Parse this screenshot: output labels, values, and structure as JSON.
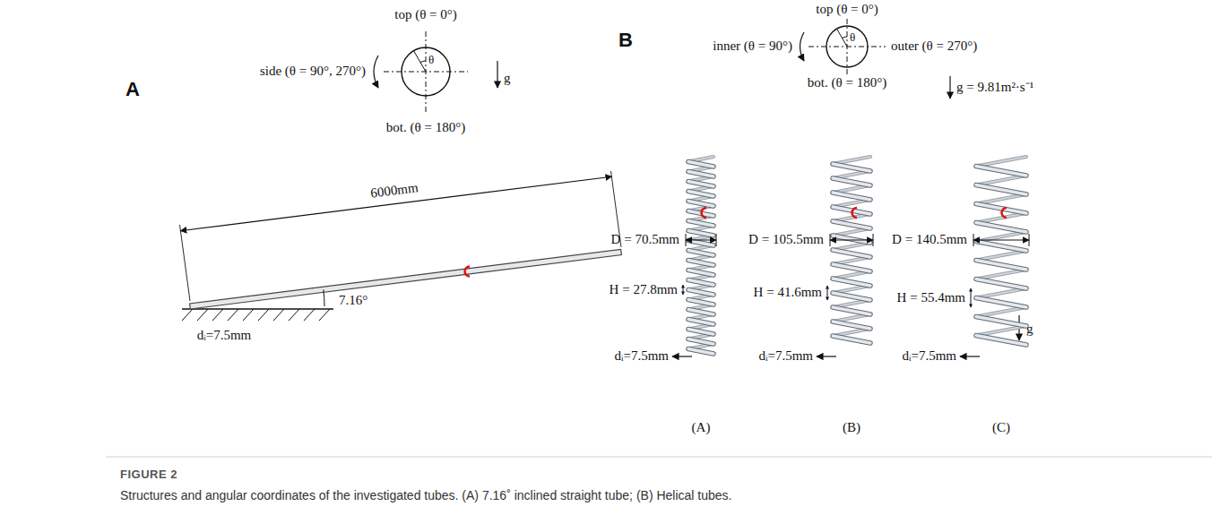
{
  "diagram": {
    "caption": "Structures and angular coordinates of the investigated tubes. (A) 7.16˚ inclined straight tube; (B) Helical tubes.",
    "labels": [
      "A",
      "top (θ = 0°)",
      "side (θ = 90°, 270°)",
      "θ",
      "g",
      "bot. (θ = 180°)",
      "6000mm",
      "7.16°",
      "dᵢ=7.5mm",
      "B",
      "top (θ = 0°)",
      "inner (θ = 90°)",
      "θ",
      "outer (θ = 270°)",
      "g = 9.81m²·s⁻¹",
      "bot. (θ = 180°)",
      "D = 70.5mm",
      "H = 27.8mm",
      "dᵢ=7.5mm",
      "(A)",
      "D = 105.5mm",
      "H = 41.6mm",
      "dᵢ=7.5mm",
      "(B)",
      "D = 140.5mm",
      "H = 55.4mm",
      "dᵢ=7.5mm",
      "g",
      "(C)",
      "FIGURE 2"
    ]
  }
}
